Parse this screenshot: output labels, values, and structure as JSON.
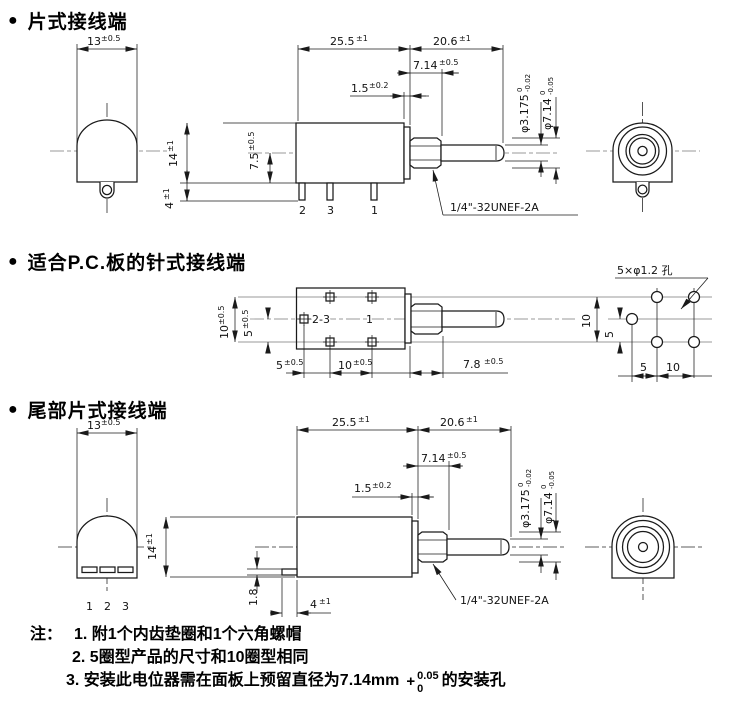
{
  "titles": [
    {
      "bullet": "●",
      "text": "片式接线端"
    },
    {
      "bullet": "●",
      "text": "适合P.C.板的针式接线端"
    },
    {
      "bullet": "●",
      "text": "尾部片式接线端"
    }
  ],
  "s1": {
    "front": {
      "w": "13",
      "w_tol": "±0.5"
    },
    "side": {
      "body": "25.5",
      "body_tol": "±1",
      "shaft": "20.6",
      "shaft_tol": "±1",
      "bush": "7.14",
      "bush_tol": "±0.5",
      "flange": "1.5",
      "flange_tol": "±0.2",
      "height": "14",
      "height_tol": "±1",
      "axis": "7.5",
      "axis_tol": "±0.5",
      "pin": "4",
      "pin_tol": "±1",
      "pin1": "2",
      "pin2": "3",
      "pin3": "1",
      "shaft_dia": "φ3.175",
      "shaft_dia_hi": "0",
      "shaft_dia_lo": "-0.02",
      "bush_dia": "φ7.14",
      "bush_dia_hi": "0",
      "bush_dia_lo": "-0.05",
      "thread": "1/4\"-32UNEF-2A"
    }
  },
  "s2": {
    "plan": {
      "rows": "10",
      "rows_tol": "±0.5",
      "row_half": "5",
      "row_half_tol": "±0.5",
      "col_a": "5",
      "col_a_tol": "±0.5",
      "col_b": "10",
      "col_b_tol": "±0.5",
      "bush": "7.8",
      "bush_tol": "±0.5",
      "label_23": "2-3",
      "label_1": "1"
    },
    "holes": {
      "title": "5×φ1.2 孔",
      "v_pitch": "10",
      "v_half": "5",
      "h_a": "5",
      "h_b": "10"
    }
  },
  "s3": {
    "front": {
      "w": "13",
      "w_tol": "±0.5",
      "pin1": "1",
      "pin2": "2",
      "pin3": "3"
    },
    "side": {
      "body": "25.5",
      "body_tol": "±1",
      "shaft": "20.6",
      "shaft_tol": "±1",
      "bush": "7.14",
      "bush_tol": "±0.5",
      "flange": "1.5",
      "flange_tol": "±0.2",
      "height": "14",
      "height_tol": "±1",
      "lug": "1.8",
      "tail": "4",
      "tail_tol": "±1",
      "shaft_dia": "φ3.175",
      "shaft_dia_hi": "0",
      "shaft_dia_lo": "-0.02",
      "bush_dia": "φ7.14",
      "bush_dia_hi": "0",
      "bush_dia_lo": "-0.05",
      "thread": "1/4\"-32UNEF-2A"
    }
  },
  "notes": {
    "label": "注：",
    "n1": "1. 附1个内齿垫圈和1个六角螺帽",
    "n2": "2. 5圈型产品的尺寸和10圈型相同",
    "n3_prefix": "3. 安装此电位器需在面板上预留直径为7.14mm",
    "n3_plus": "+",
    "n3_hi": "0.05",
    "n3_lo": "0",
    "n3_suffix": "的安装孔"
  }
}
